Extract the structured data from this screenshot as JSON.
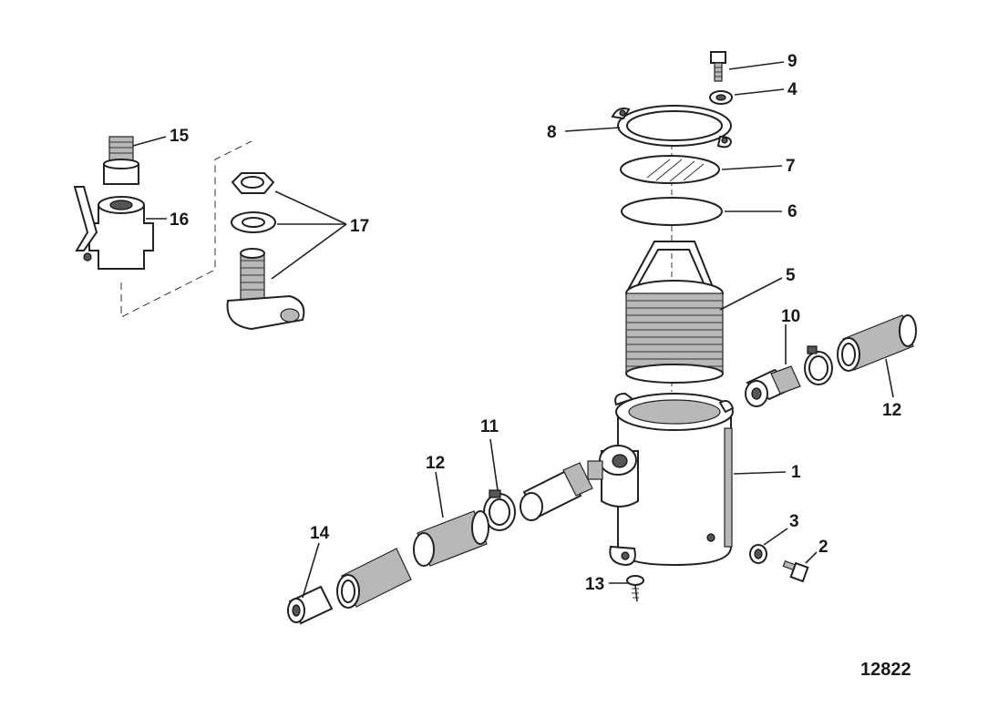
{
  "figure_number": "12822",
  "callouts": {
    "c1": "1",
    "c2": "2",
    "c3": "3",
    "c4": "4",
    "c5": "5",
    "c6": "6",
    "c7": "7",
    "c8": "8",
    "c9": "9",
    "c10": "10",
    "c11": "11",
    "c12a": "12",
    "c12b": "12",
    "c13": "13",
    "c14": "14",
    "c15": "15",
    "c16": "16",
    "c17": "17"
  }
}
